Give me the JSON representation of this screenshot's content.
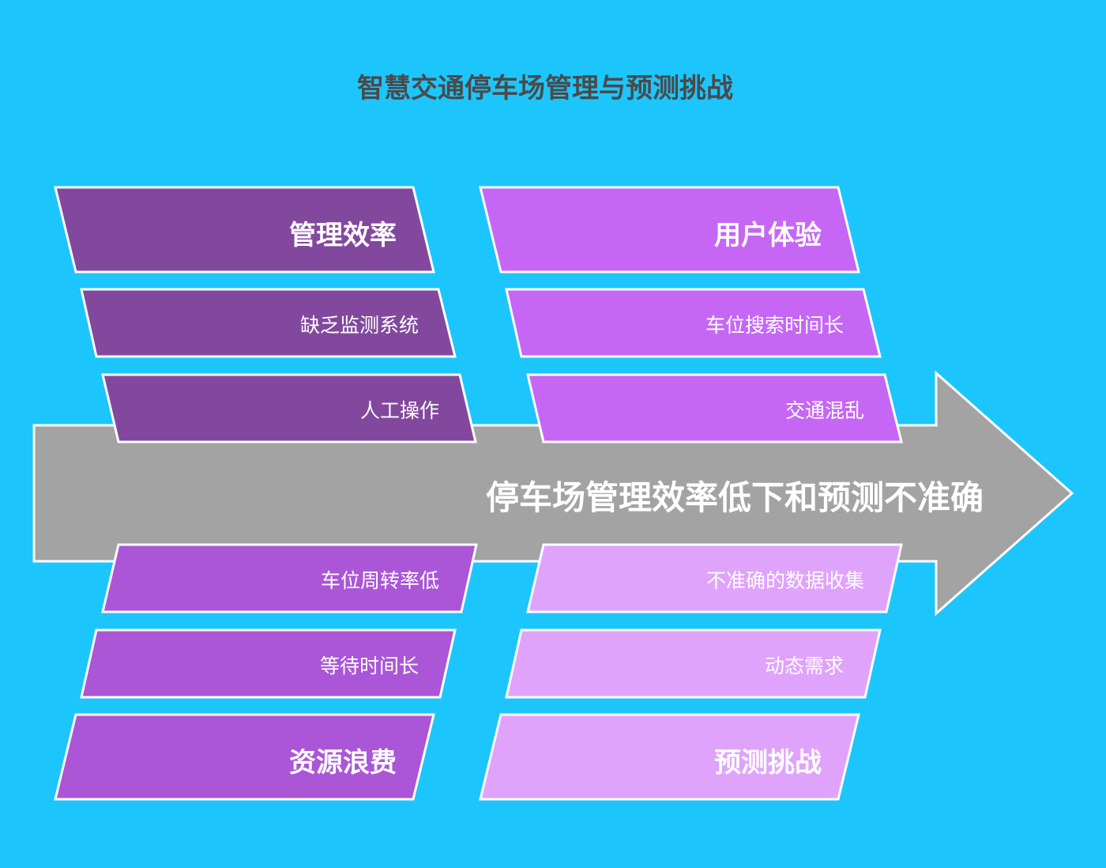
{
  "title": "智慧交通停车场管理与预测挑战",
  "effect": "停车场管理效率低下和预测不准确",
  "colors": {
    "background": "#1cc6fd",
    "arrow": "#a3a3a3",
    "title_text": "#4a4a4a",
    "management_efficiency": "#82489e",
    "user_experience": "#c567f4",
    "resource_waste": "#aa56d6",
    "prediction_challenge": "#dfa3fc"
  },
  "categories": [
    {
      "name": "管理效率",
      "position": "top-left",
      "causes": [
        "缺乏监测系统",
        "人工操作"
      ]
    },
    {
      "name": "用户体验",
      "position": "top-right",
      "causes": [
        "车位搜索时间长",
        "交通混乱"
      ]
    },
    {
      "name": "资源浪费",
      "position": "bottom-left",
      "causes": [
        "车位周转率低",
        "等待时间长"
      ]
    },
    {
      "name": "预测挑战",
      "position": "bottom-right",
      "causes": [
        "不准确的数据收集",
        "动态需求"
      ]
    }
  ]
}
